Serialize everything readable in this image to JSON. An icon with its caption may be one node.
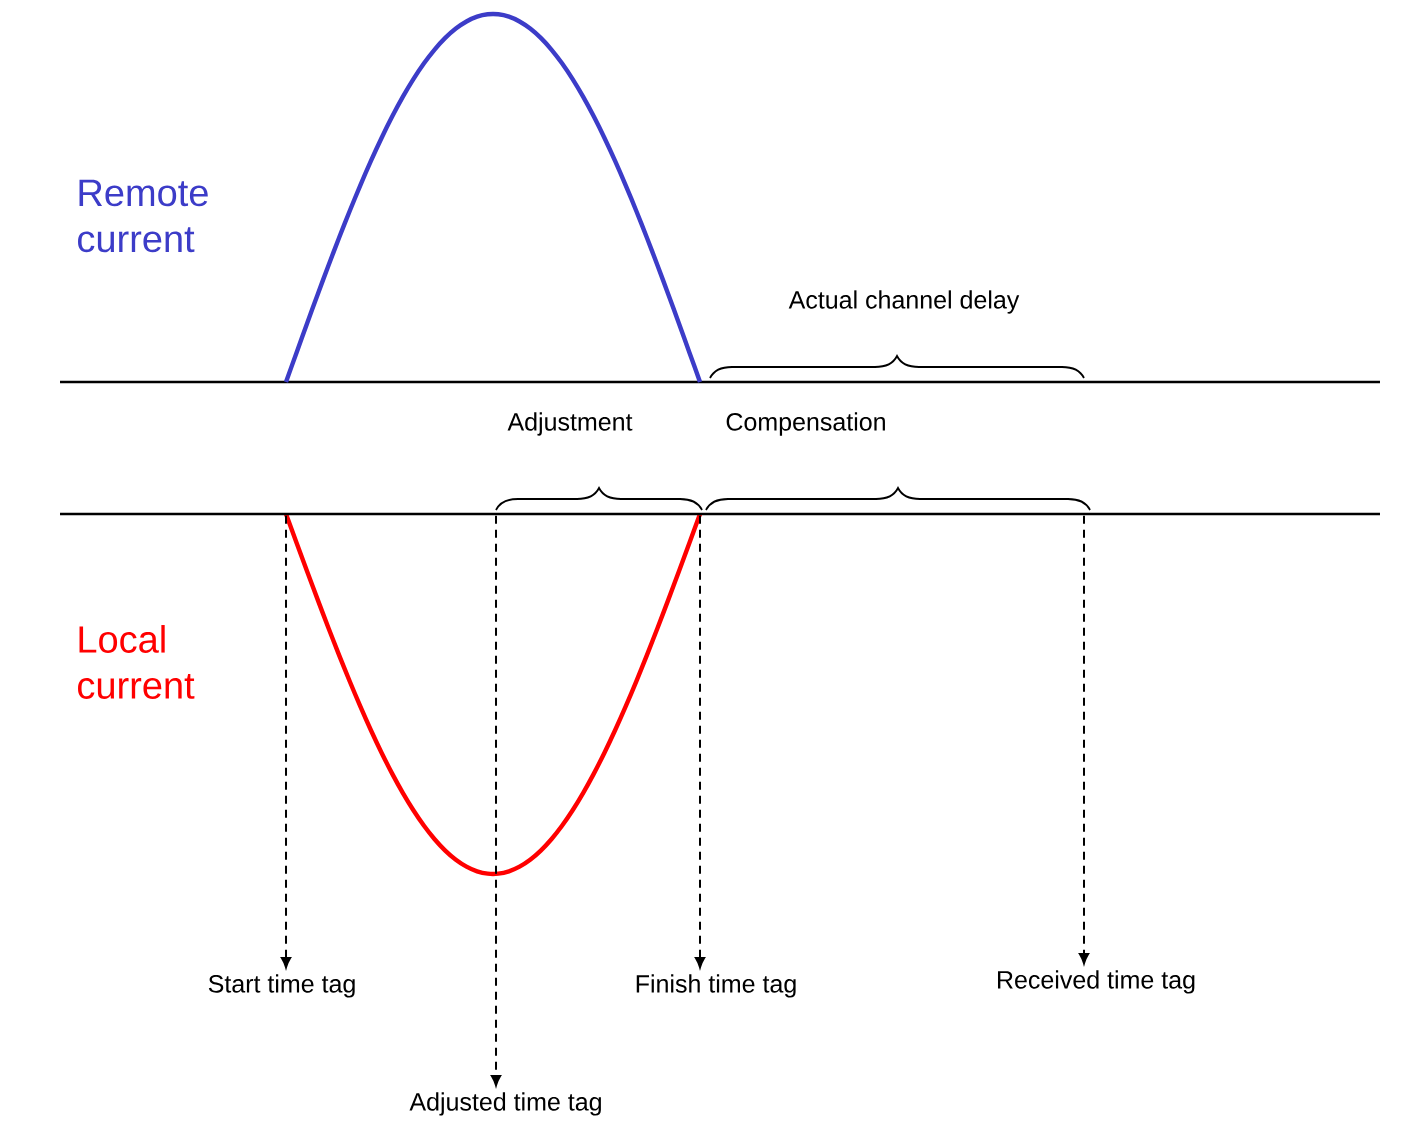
{
  "diagram": {
    "nodes": [
      {
        "text": [],
        "shape": "line"
      },
      {
        "text": [
          "Start time tag"
        ]
      },
      {
        "text": [
          "Finish time tag"
        ]
      },
      {
        "text": [
          "Received time tag"
        ]
      },
      {
        "text": [
          "Adjusted time tag"
        ]
      }
    ],
    "edges": [
      {
        "from": 0,
        "to": 1,
        "arrow": "to",
        "style": "dashed"
      },
      {
        "from": 0,
        "to": 4,
        "arrow": "to",
        "style": "dashed"
      },
      {
        "from": 0,
        "to": 2,
        "arrow": "to",
        "style": "dashed"
      },
      {
        "from": 0,
        "to": 3,
        "arrow": "to",
        "style": "dashed"
      }
    ],
    "labels": [
      "Remote current",
      "Actual channel delay",
      "Adjustment",
      "Compensation",
      "Local current"
    ]
  }
}
